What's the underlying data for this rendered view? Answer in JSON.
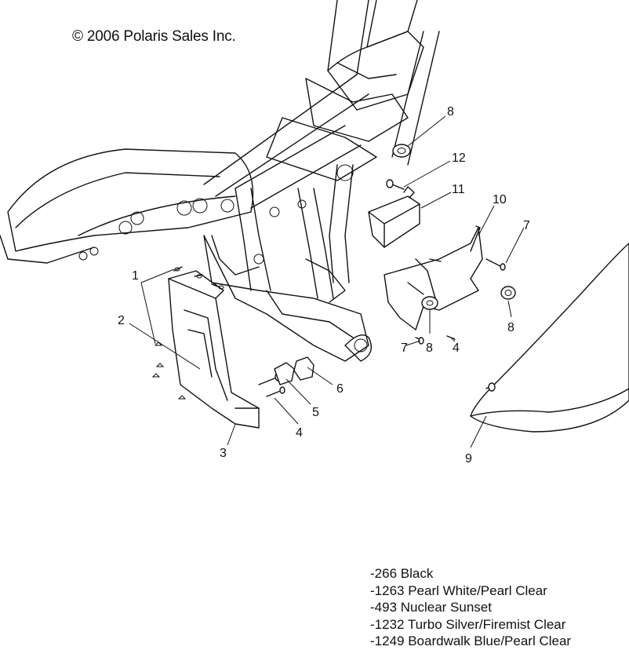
{
  "copyright": "© 2006 Polaris Sales Inc.",
  "callouts": [
    {
      "id": "c8a",
      "label": "8"
    },
    {
      "id": "c12",
      "label": "12"
    },
    {
      "id": "c11",
      "label": "11"
    },
    {
      "id": "c10",
      "label": "10"
    },
    {
      "id": "c7a",
      "label": "7"
    },
    {
      "id": "c1",
      "label": "1"
    },
    {
      "id": "c2",
      "label": "2"
    },
    {
      "id": "c7b",
      "label": "7"
    },
    {
      "id": "c8b",
      "label": "8"
    },
    {
      "id": "c4a",
      "label": "4"
    },
    {
      "id": "c8c",
      "label": "8"
    },
    {
      "id": "c6",
      "label": "6"
    },
    {
      "id": "c5",
      "label": "5"
    },
    {
      "id": "c4b",
      "label": "4"
    },
    {
      "id": "c3",
      "label": "3"
    },
    {
      "id": "c9",
      "label": "9"
    }
  ],
  "color_codes": [
    "-266  Black",
    "-1263  Pearl White/Pearl Clear",
    "-493  Nuclear Sunset",
    "-1232 Turbo Silver/Firemist Clear",
    "-1249 Boardwalk Blue/Pearl Clear"
  ]
}
